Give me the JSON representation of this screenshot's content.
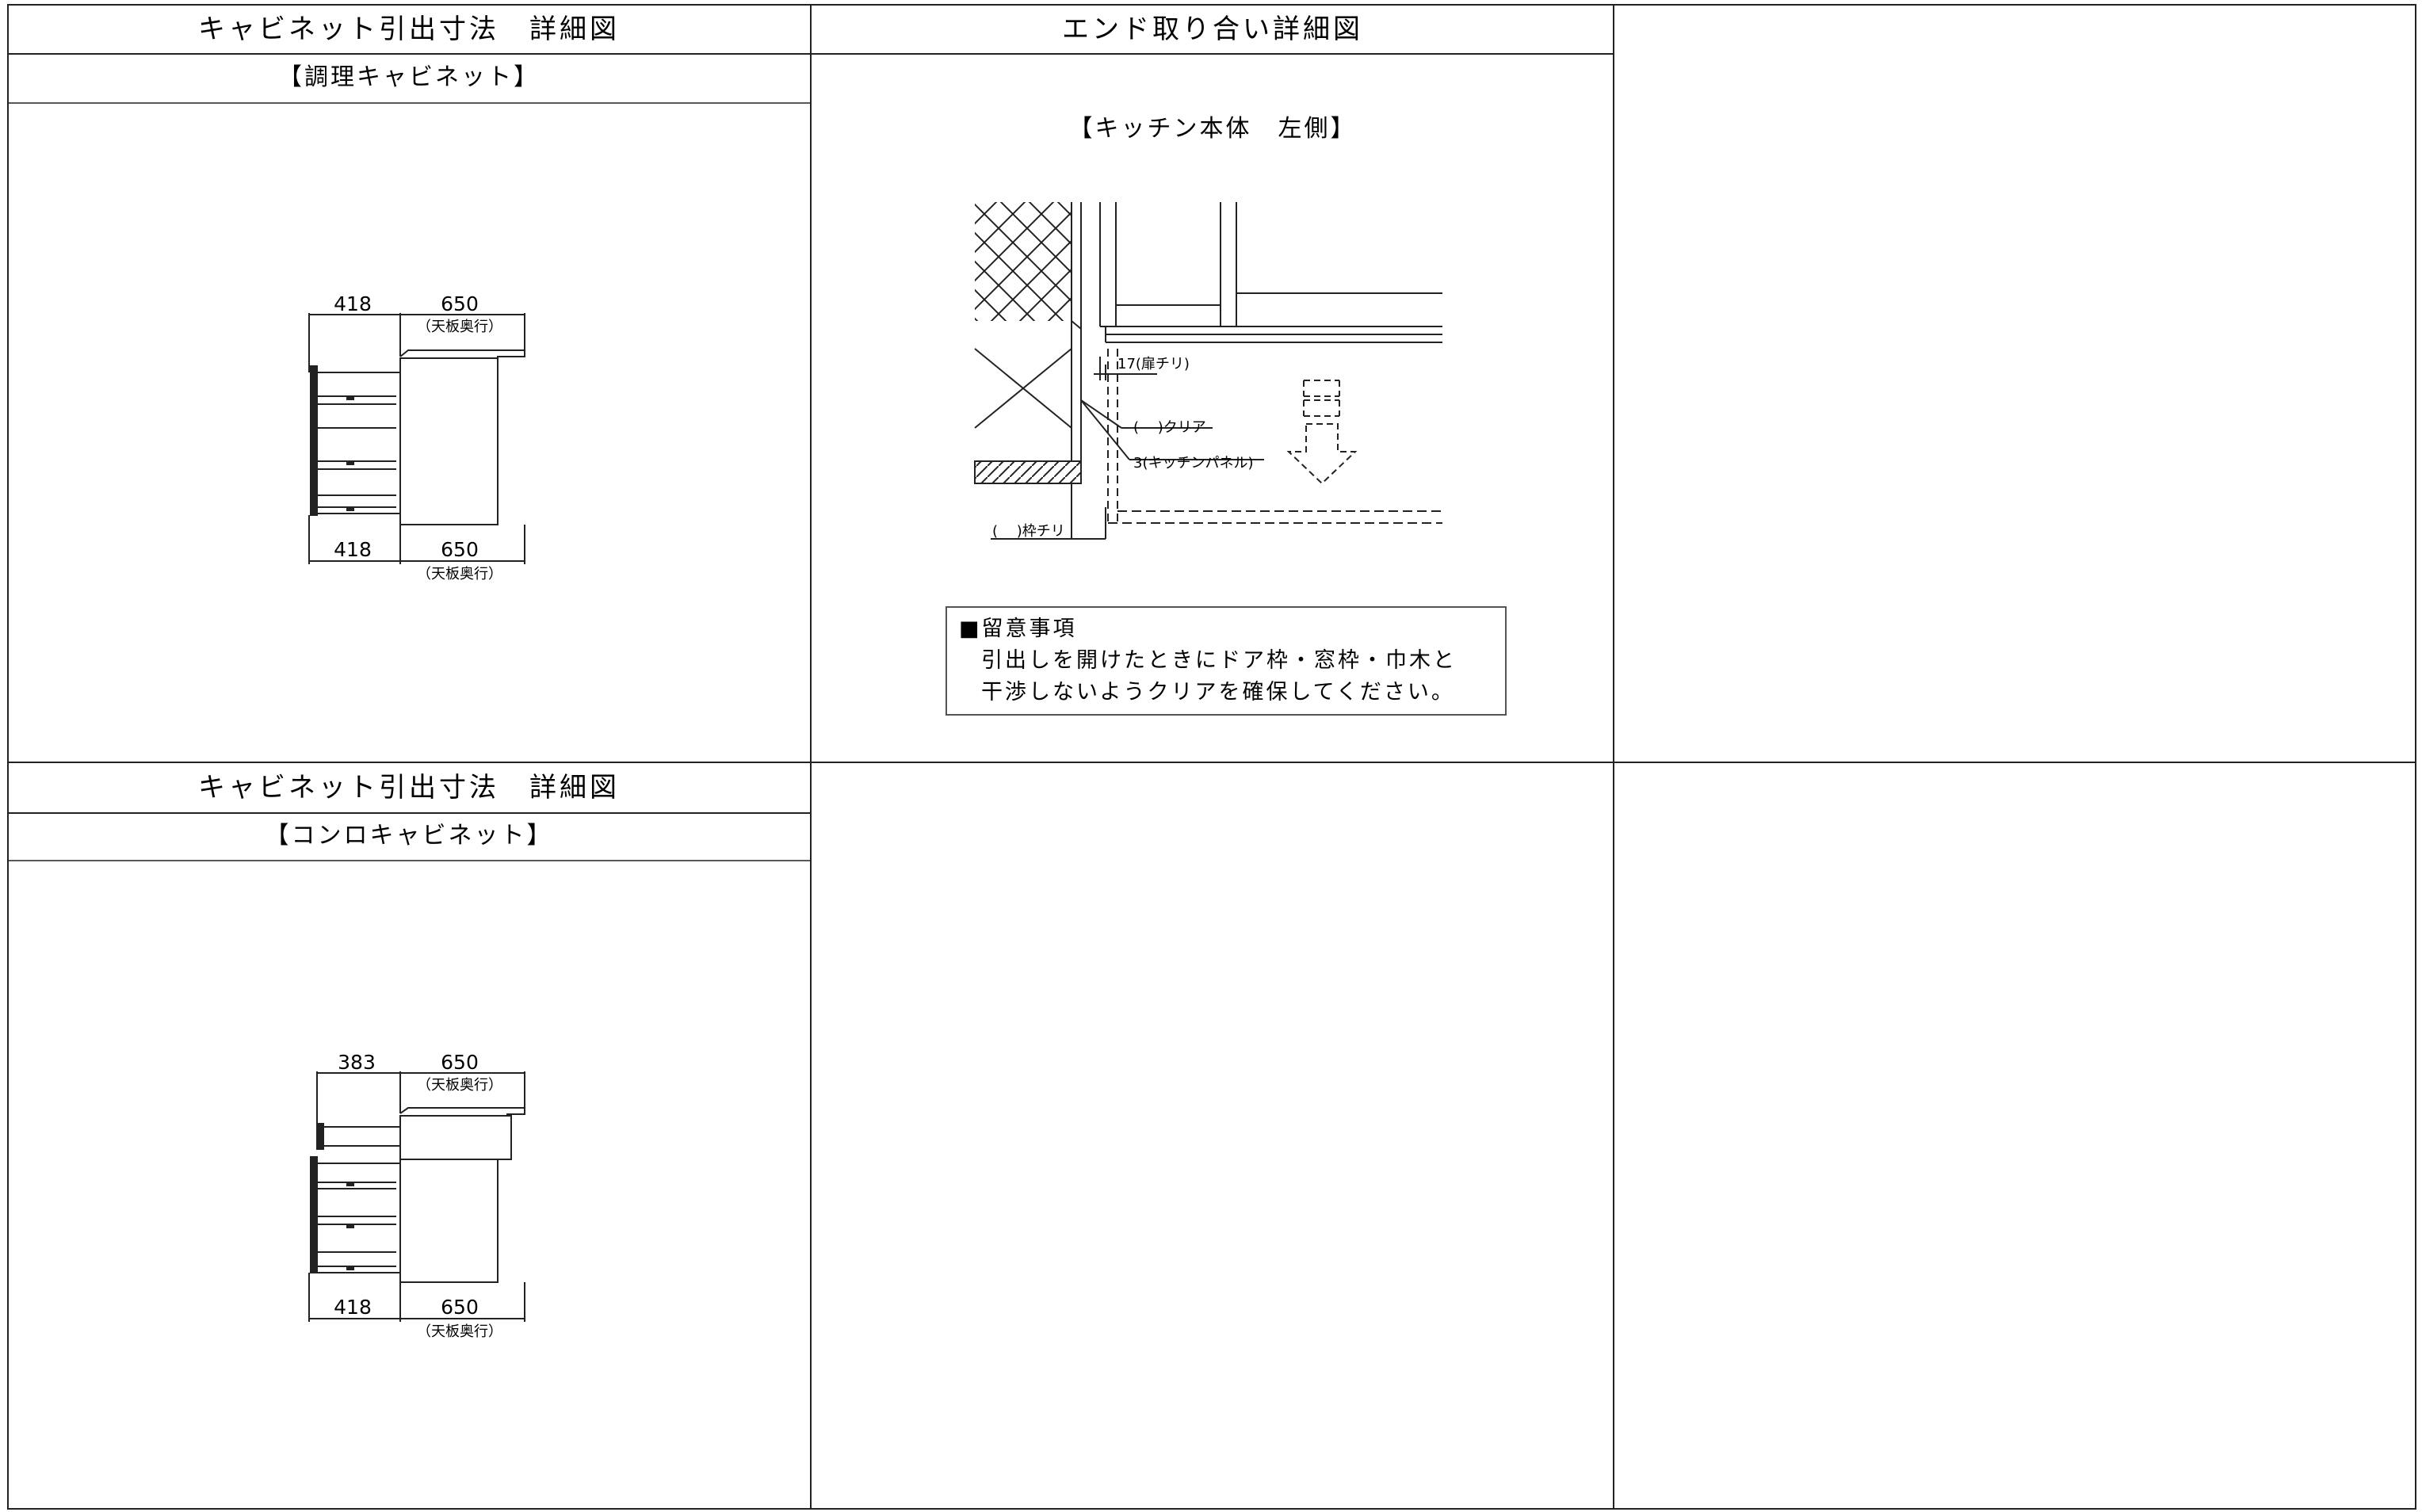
{
  "panel1": {
    "header": "キャビネット引出寸法　詳細図",
    "subheader": "【調理キャビネット】",
    "dims": {
      "top_pull": "418",
      "top_depth": "650",
      "top_depth_note": "（天板奥行）",
      "bottom_pull": "418",
      "bottom_depth": "650",
      "bottom_depth_note": "（天板奥行）"
    }
  },
  "panel2": {
    "header": "エンド取り合い詳細図",
    "subheader": "【キッチン本体　左側】",
    "labels": {
      "door_clearance": "17(扉チリ)",
      "clear": "(　 )クリア",
      "kitchen_panel": "3(キッチンパネル)",
      "frame_clearance": "(　 )枠チリ"
    },
    "notes": {
      "title": "■留意事項",
      "line1": "引出しを開けたときにドア枠・窓枠・巾木と",
      "line2": "干渉しないようクリアを確保してください。"
    }
  },
  "panel4": {
    "header": "キャビネット引出寸法　詳細図",
    "subheader": "【コンロキャビネット】",
    "dims": {
      "top_pull": "383",
      "top_depth": "650",
      "top_depth_note": "（天板奥行）",
      "bottom_pull": "418",
      "bottom_depth": "650",
      "bottom_depth_note": "（天板奥行）"
    }
  }
}
